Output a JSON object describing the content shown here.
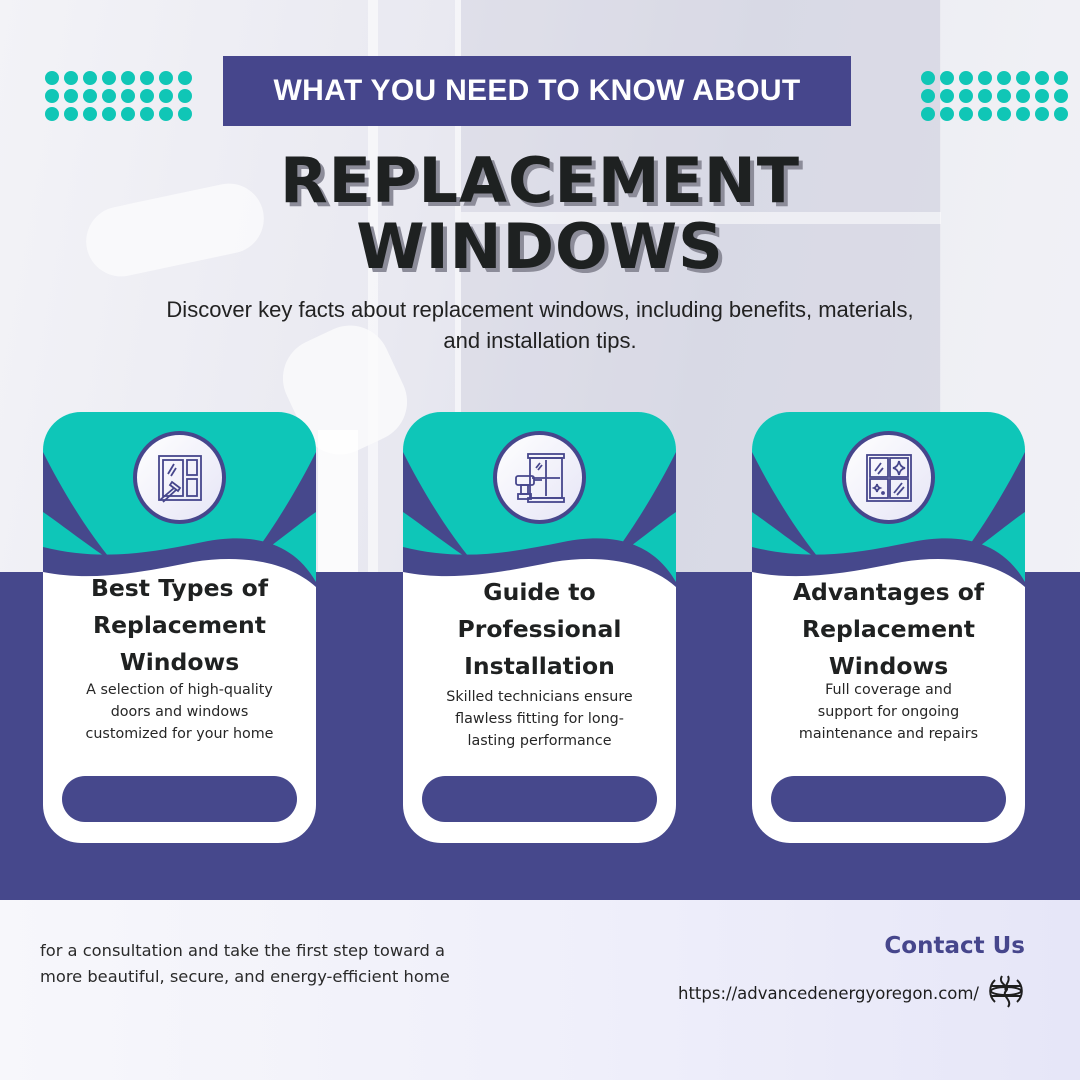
{
  "header": {
    "kicker": "WHAT YOU NEED TO KNOW ABOUT",
    "title_line1": "REPLACEMENT",
    "title_line2": "WINDOWS",
    "subtitle_line1": "Discover key facts about replacement windows, including benefits, materials,",
    "subtitle_line2": "and installation tips."
  },
  "decor": {
    "dot_rows": 3,
    "dot_cols": 8,
    "dot_color": "#10c6b6"
  },
  "colors": {
    "primary": "#46488c",
    "accent": "#0ec6b8",
    "text_dark": "#1f2121",
    "card_bg": "#ffffff"
  },
  "cards": [
    {
      "icon": "window-cleaning-squeegee-icon",
      "title_lines": [
        "Best Types of",
        "Replacement",
        "Windows"
      ],
      "desc_lines": [
        "A selection of high-quality",
        "doors and windows",
        "customized for your home"
      ],
      "button_label": ""
    },
    {
      "icon": "window-drill-installation-icon",
      "title_lines": [
        "Guide to",
        "Professional",
        "Installation"
      ],
      "desc_lines": [
        "Skilled technicians ensure",
        "flawless fitting for long-",
        "lasting performance"
      ],
      "button_label": ""
    },
    {
      "icon": "sparkling-clean-window-icon",
      "title_lines": [
        "Advantages of",
        "Replacement",
        "Windows"
      ],
      "desc_lines": [
        "Full coverage and",
        "support for ongoing",
        "maintenance and repairs"
      ],
      "button_label": ""
    }
  ],
  "footer": {
    "cta_line1": "for a consultation and take the first step toward a",
    "cta_line2": "more beautiful, secure, and energy-efficient home",
    "contact_title": "Contact Us",
    "url": "https://advancedenergyoregon.com/",
    "url_icon": "globe-icon"
  }
}
